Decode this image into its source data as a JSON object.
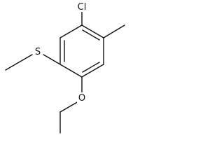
{
  "structure": {
    "atoms": {
      "chlorine": "Cl",
      "sulfur": "S",
      "oxygen": "O"
    }
  }
}
